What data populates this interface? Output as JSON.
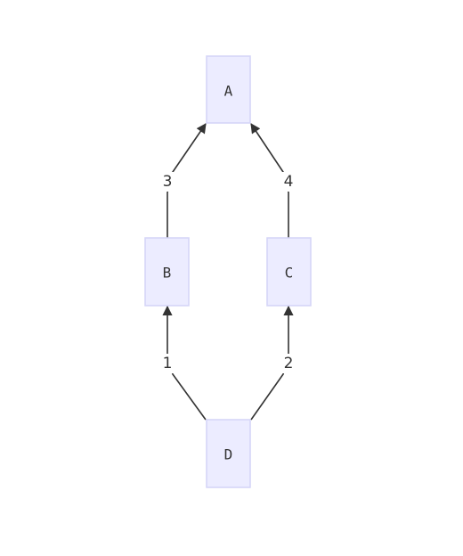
{
  "diagram": {
    "nodes": [
      {
        "id": "A",
        "label": "A"
      },
      {
        "id": "B",
        "label": "B"
      },
      {
        "id": "C",
        "label": "C"
      },
      {
        "id": "D",
        "label": "D"
      }
    ],
    "edges": [
      {
        "from": "D",
        "to": "B",
        "label": "1"
      },
      {
        "from": "D",
        "to": "C",
        "label": "2"
      },
      {
        "from": "B",
        "to": "A",
        "label": "3"
      },
      {
        "from": "C",
        "to": "A",
        "label": "4"
      }
    ],
    "colors": {
      "node_fill": "#ECECFF",
      "node_border": "#D4D4F7",
      "edge": "#333333",
      "text": "#333333"
    }
  }
}
